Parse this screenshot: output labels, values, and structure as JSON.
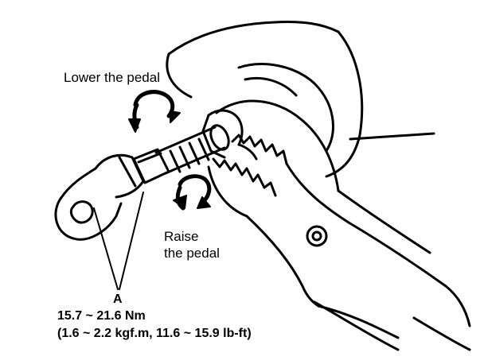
{
  "labels": {
    "lower": "Lower the pedal",
    "raise_line1": "Raise",
    "raise_line2": "the pedal",
    "callout": "A",
    "torque": "15.7 ~ 21.6 Nm",
    "torque_converted": "(1.6 ~ 2.2 kgf.m, 11.6 ~ 15.9 lb-ft)"
  }
}
